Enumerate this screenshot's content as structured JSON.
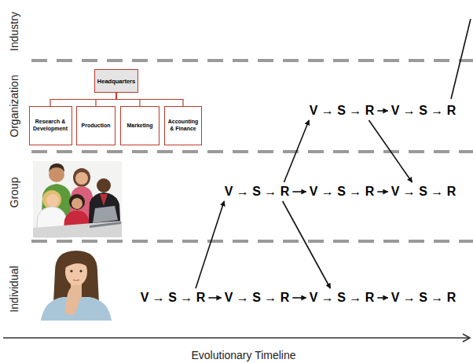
{
  "diagram": {
    "nodes": [
      {
        "text": [
          "Headquarters"
        ]
      },
      {
        "text": [
          "Research & Development"
        ]
      },
      {
        "text": [
          "Production"
        ]
      },
      {
        "text": [
          "Marketing"
        ]
      },
      {
        "text": [
          "Accounting & Finance"
        ]
      },
      {
        "text": [
          "V → S → R"
        ]
      },
      {
        "text": [
          "V → S → R"
        ]
      },
      {
        "text": [
          "V → S → R"
        ]
      },
      {
        "text": [
          "V → S → R"
        ]
      },
      {
        "text": [
          "V → S → R"
        ]
      },
      {
        "text": [
          "V → S → R"
        ]
      },
      {
        "text": [
          "V → S → R"
        ]
      },
      {
        "text": [
          "V → S → R"
        ]
      },
      {
        "text": [
          "V → S → R"
        ]
      }
    ],
    "edges": [
      {
        "from": 0,
        "to": 1,
        "arrow": "none"
      },
      {
        "from": 0,
        "to": 2,
        "arrow": "none"
      },
      {
        "from": 0,
        "to": 3,
        "arrow": "none"
      },
      {
        "from": 0,
        "to": 4,
        "arrow": "none"
      },
      {
        "from": 5,
        "to": 6,
        "arrow": "to"
      },
      {
        "from": 7,
        "to": 8,
        "arrow": "to"
      },
      {
        "from": 8,
        "to": 9,
        "arrow": "to"
      },
      {
        "from": 10,
        "to": 11,
        "arrow": "to"
      },
      {
        "from": 11,
        "to": 12,
        "arrow": "to"
      },
      {
        "from": 12,
        "to": 13,
        "arrow": "to"
      },
      {
        "from": 10,
        "to": 7,
        "arrow": "to"
      },
      {
        "from": 7,
        "to": 12,
        "arrow": "to"
      },
      {
        "from": 7,
        "to": 5,
        "arrow": "to"
      },
      {
        "from": 5,
        "to": 9,
        "arrow": "to"
      }
    ],
    "labels": [
      "Industry",
      "Organization",
      "Group",
      "Individual",
      "Evolutionary Timeline"
    ]
  }
}
